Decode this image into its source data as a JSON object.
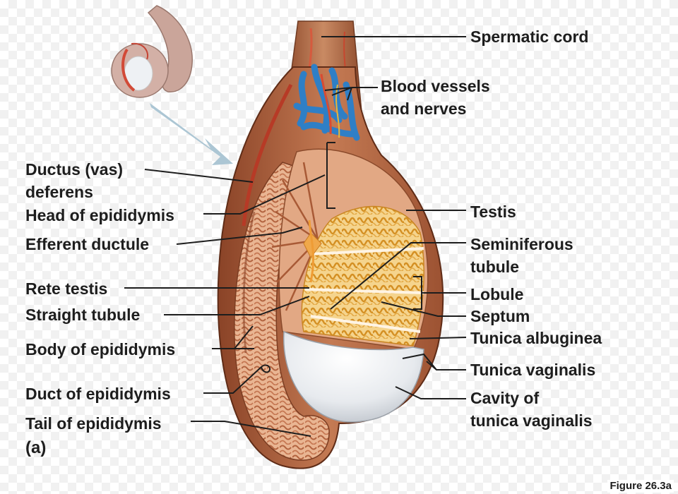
{
  "labels": {
    "spermatic_cord": "Spermatic cord",
    "blood_vessels_1": "Blood vessels",
    "blood_vessels_2": "and nerves",
    "ductus_1": "Ductus (vas)",
    "ductus_2": "deferens",
    "head_epididymis": "Head of epididymis",
    "efferent_ductule": "Efferent ductule",
    "rete_testis": "Rete testis",
    "straight_tubule": "Straight tubule",
    "body_epididymis": "Body of epididymis",
    "duct_epididymis": "Duct of epididymis",
    "tail_epididymis": "Tail of epididymis",
    "testis": "Testis",
    "seminiferous_1": "Seminiferous",
    "seminiferous_2": "tubule",
    "lobule": "Lobule",
    "septum": "Septum",
    "tunica_albuginea": "Tunica albuginea",
    "tunica_vaginalis": "Tunica vaginalis",
    "cavity_1": "Cavity of",
    "cavity_2": "tunica vaginalis"
  },
  "panel_letter": "(a)",
  "figure_ref": "Figure 26.3a",
  "colors": {
    "text": "#1d1d1d",
    "scrotum": "#b96a45",
    "epididymis": "#d99a73",
    "tubules": "#e8a93d",
    "vessels_blue": "#2f7fc6",
    "vessels_red": "#c8452f",
    "tunica": "#eef0f2",
    "arrow": "#9fbccd"
  }
}
